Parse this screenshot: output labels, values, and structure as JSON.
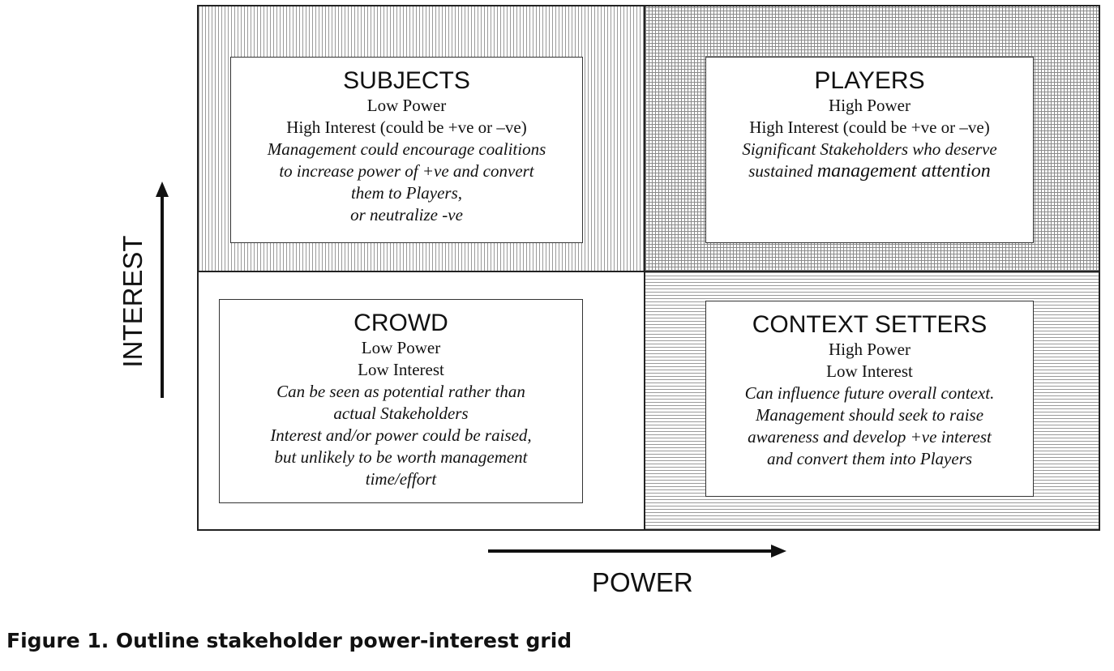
{
  "axes": {
    "y_label": "INTEREST",
    "x_label": "POWER"
  },
  "quadrants": {
    "subjects": {
      "title": "SUBJECTS",
      "power": "Low Power",
      "interest": "High Interest (could be +ve or –ve)",
      "notes": [
        "Management could encourage coalitions",
        "to increase power of +ve and convert",
        "them to Players,",
        "or neutralize -ve"
      ]
    },
    "players": {
      "title": "PLAYERS",
      "power": "High Power",
      "interest": "High Interest (could be +ve or –ve)",
      "notes": [
        "Significant Stakeholders who deserve",
        "sustained ",
        "management attention"
      ]
    },
    "crowd": {
      "title": "CROWD",
      "power": "Low Power",
      "interest": "Low Interest",
      "notes": [
        "Can be seen as potential rather than",
        "actual Stakeholders",
        "Interest and/or power could be raised,",
        "but unlikely to be worth management",
        "time/effort"
      ]
    },
    "context_setters": {
      "title": "CONTEXT SETTERS",
      "power": "High Power",
      "interest": "Low Interest",
      "notes": [
        "Can influence future overall context.",
        "Management should seek to raise",
        "awareness and develop +ve interest",
        "and convert them into Players"
      ]
    }
  },
  "caption": "Figure 1. Outline stakeholder power-interest grid"
}
